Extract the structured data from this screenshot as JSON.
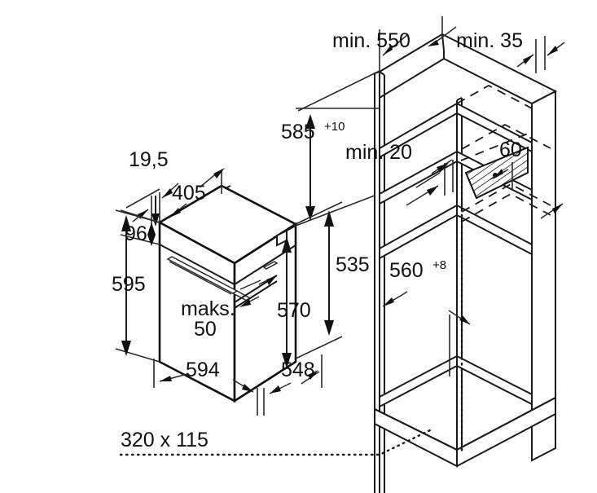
{
  "drawing": {
    "title": "Oven installation dimension drawing",
    "units": "mm",
    "background_color": "#ffffff",
    "line_color": "#1a1a1a",
    "text_color": "#111111"
  },
  "appliance_dimensions": {
    "depth_top": "405",
    "front_overhang": "19,5",
    "control_panel_height": "96",
    "total_height": "595",
    "niche_height_ref": "535",
    "body_height": "570",
    "width": "594",
    "depth": "548",
    "door_gap_label": "maks.",
    "door_gap_value": "50"
  },
  "cabinet_dimensions": {
    "min_depth": "min. 550",
    "min_side_gap": "min. 35",
    "niche_height": "585",
    "niche_height_tol": "+10",
    "min_vent_gap": "min. 20",
    "vent_height": "60",
    "niche_width": "560",
    "niche_width_tol": "+8"
  },
  "vent_note": {
    "label": "320 x 115"
  },
  "labels": {
    "min_550": "min. 550",
    "min_35": "min. 35",
    "n585": "585",
    "n585_sup": "+10",
    "min_20": "min. 20",
    "n60": "60",
    "n560": "560",
    "n560_sup": "+8",
    "n19_5": "19,5",
    "n405": "405",
    "n96": "96",
    "n595": "595",
    "n535": "535",
    "n570": "570",
    "n594": "594",
    "n548": "548",
    "maks": "maks.",
    "n50": "50",
    "vent_size": "320 x 115"
  }
}
